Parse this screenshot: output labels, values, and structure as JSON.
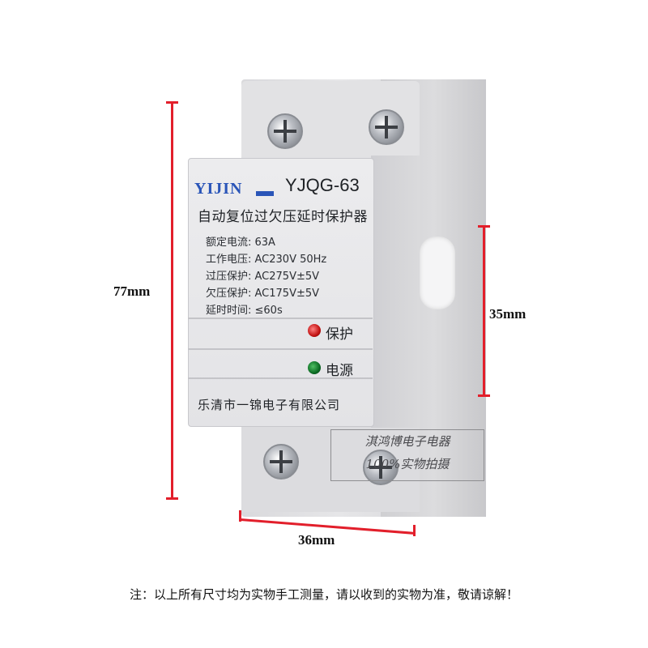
{
  "device": {
    "brand": "YIJIN",
    "model": "YJQG-63",
    "product_name": "自动复位过欠压延时保护器",
    "specs": [
      "额定电流: 63A",
      "工作电压: AC230V 50Hz",
      "过压保护: AC275V±5V",
      "欠压保护: AC175V±5V",
      "延时时间: ≤60s"
    ],
    "indicators": {
      "protect_label": "保护",
      "power_label": "电源",
      "protect_color": "#c21212",
      "power_color": "#0b6b23"
    },
    "manufacturer": "乐清市一锦电子有限公司"
  },
  "dimensions": {
    "height": "77mm",
    "front_height": "35mm",
    "width": "36mm"
  },
  "watermark": {
    "line1": "淇鸿博电子电器",
    "line2": "100%实物拍摄"
  },
  "footer_note": "注：以上所有尺寸均为实物手工测量，请以收到的实物为准，敬请谅解！",
  "colors": {
    "dimension_line": "#e21f2b",
    "brand_blue": "#2a55b8"
  }
}
